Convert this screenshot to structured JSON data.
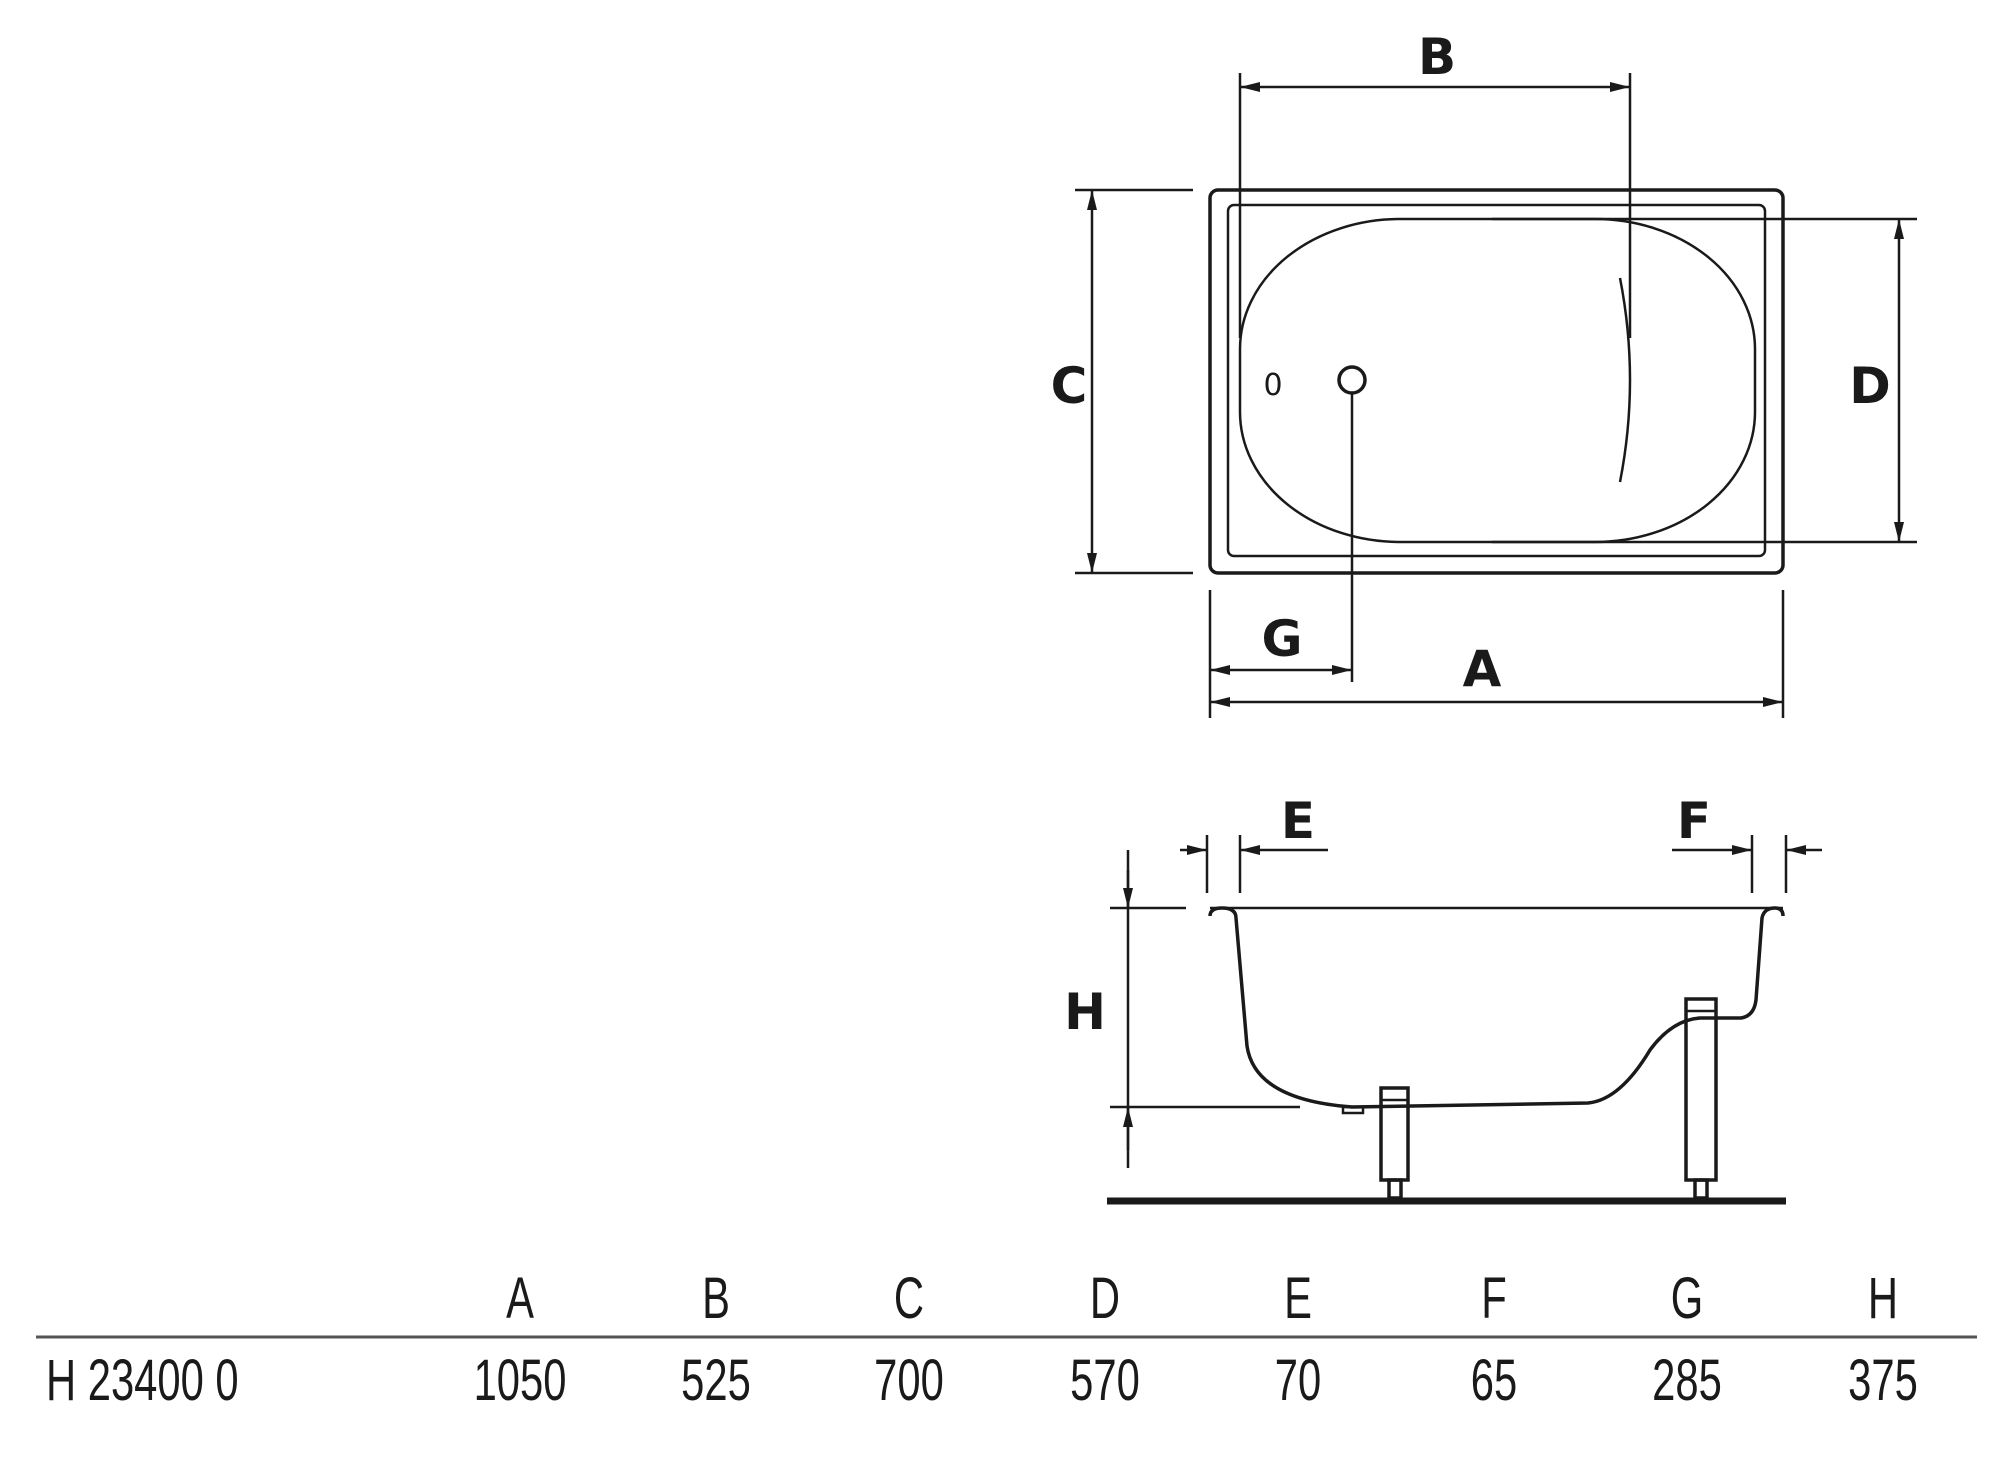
{
  "diagram": {
    "labels": {
      "A": "A",
      "B": "B",
      "C": "C",
      "D": "D",
      "E": "E",
      "F": "F",
      "G": "G",
      "H": "H"
    },
    "drain_mark": "0"
  },
  "table": {
    "headers": [
      "A",
      "B",
      "C",
      "D",
      "E",
      "F",
      "G",
      "H"
    ],
    "rows": [
      {
        "model": "H 23400 0",
        "values": [
          "1050",
          "525",
          "700",
          "570",
          "70",
          "65",
          "285",
          "375"
        ]
      }
    ]
  }
}
